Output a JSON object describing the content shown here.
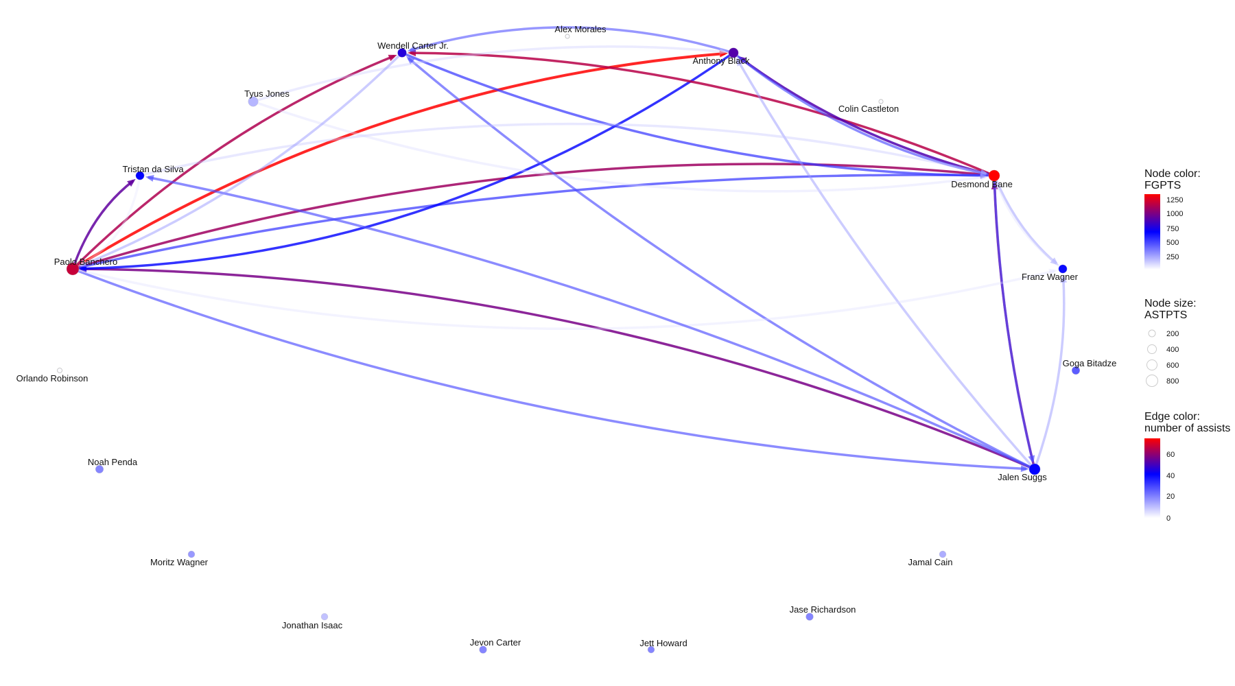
{
  "chart_data": {
    "type": "network",
    "nodes": [
      {
        "name": "Alex Morales",
        "fgpts": 10,
        "astpts": 20
      },
      {
        "name": "Wendell Carter Jr.",
        "fgpts": 720,
        "astpts": 350
      },
      {
        "name": "Anthony Black",
        "fgpts": 850,
        "astpts": 480
      },
      {
        "name": "Tyus Jones",
        "fgpts": 180,
        "astpts": 480
      },
      {
        "name": "Colin Castleton",
        "fgpts": 10,
        "astpts": 20
      },
      {
        "name": "Tristan da Silva",
        "fgpts": 620,
        "astpts": 300
      },
      {
        "name": "Desmond Bane",
        "fgpts": 1300,
        "astpts": 650
      },
      {
        "name": "Paolo Banchero",
        "fgpts": 1150,
        "astpts": 850
      },
      {
        "name": "Franz Wagner",
        "fgpts": 600,
        "astpts": 300
      },
      {
        "name": "Orlando Robinson",
        "fgpts": 10,
        "astpts": 40
      },
      {
        "name": "Goga Bitadze",
        "fgpts": 400,
        "astpts": 250
      },
      {
        "name": "Noah Penda",
        "fgpts": 300,
        "astpts": 250
      },
      {
        "name": "Jalen Suggs",
        "fgpts": 620,
        "astpts": 650
      },
      {
        "name": "Moritz Wagner",
        "fgpts": 250,
        "astpts": 150
      },
      {
        "name": "Jamal Cain",
        "fgpts": 200,
        "astpts": 150
      },
      {
        "name": "Jonathan Isaac",
        "fgpts": 150,
        "astpts": 150
      },
      {
        "name": "Jase Richardson",
        "fgpts": 300,
        "astpts": 200
      },
      {
        "name": "Jevon Carter",
        "fgpts": 300,
        "astpts": 200
      },
      {
        "name": "Jett Howard",
        "fgpts": 300,
        "astpts": 150
      }
    ],
    "edges": [
      {
        "from": "Paolo Banchero",
        "to": "Anthony Black",
        "assists": 74
      },
      {
        "from": "Paolo Banchero",
        "to": "Wendell Carter Jr.",
        "assists": 62
      },
      {
        "from": "Paolo Banchero",
        "to": "Tristan da Silva",
        "assists": 52
      },
      {
        "from": "Paolo Banchero",
        "to": "Desmond Bane",
        "assists": 60
      },
      {
        "from": "Paolo Banchero",
        "to": "Jalen Suggs",
        "assists": 28
      },
      {
        "from": "Jalen Suggs",
        "to": "Paolo Banchero",
        "assists": 55
      },
      {
        "from": "Desmond Bane",
        "to": "Paolo Banchero",
        "assists": 32
      },
      {
        "from": "Anthony Black",
        "to": "Paolo Banchero",
        "assists": 40
      },
      {
        "from": "Desmond Bane",
        "to": "Wendell Carter Jr.",
        "assists": 63
      },
      {
        "from": "Desmond Bane",
        "to": "Anthony Black",
        "assists": 50
      },
      {
        "from": "Anthony Black",
        "to": "Desmond Bane",
        "assists": 28
      },
      {
        "from": "Wendell Carter Jr.",
        "to": "Desmond Bane",
        "assists": 32
      },
      {
        "from": "Anthony Black",
        "to": "Wendell Carter Jr.",
        "assists": 26
      },
      {
        "from": "Jalen Suggs",
        "to": "Wendell Carter Jr.",
        "assists": 28
      },
      {
        "from": "Jalen Suggs",
        "to": "Anthony Black",
        "assists": 16
      },
      {
        "from": "Jalen Suggs",
        "to": "Desmond Bane",
        "assists": 56
      },
      {
        "from": "Desmond Bane",
        "to": "Jalen Suggs",
        "assists": 28
      },
      {
        "from": "Jalen Suggs",
        "to": "Franz Wagner",
        "assists": 16
      },
      {
        "from": "Desmond Bane",
        "to": "Franz Wagner",
        "assists": 16
      },
      {
        "from": "Franz Wagner",
        "to": "Desmond Bane",
        "assists": 5
      },
      {
        "from": "Paolo Banchero",
        "to": "Franz Wagner",
        "assists": 5
      },
      {
        "from": "Tyus Jones",
        "to": "Desmond Bane",
        "assists": 6
      },
      {
        "from": "Tyus Jones",
        "to": "Anthony Black",
        "assists": 8
      },
      {
        "from": "Tristan da Silva",
        "to": "Desmond Bane",
        "assists": 9
      },
      {
        "from": "Jalen Suggs",
        "to": "Tristan da Silva",
        "assists": 28
      },
      {
        "from": "Wendell Carter Jr.",
        "to": "Paolo Banchero",
        "assists": 16
      },
      {
        "from": "Tristan da Silva",
        "to": "Paolo Banchero",
        "assists": 4
      }
    ],
    "legend": {
      "node_color": {
        "title_line1": "Node color:",
        "title_line2": "FGPTS",
        "ticks": [
          "1250",
          "1000",
          "750",
          "500",
          "250"
        ]
      },
      "node_size": {
        "title_line1": "Node size:",
        "title_line2": "ASTPTS",
        "ticks": [
          "200",
          "400",
          "600",
          "800"
        ]
      },
      "edge_color": {
        "title_line1": "Edge color:",
        "title_line2": "number of assists",
        "ticks": [
          "60",
          "40",
          "20",
          "0"
        ]
      }
    },
    "colors": {
      "low": "#ffffff",
      "mid": "#0000ff",
      "high": "#ff0000"
    }
  }
}
